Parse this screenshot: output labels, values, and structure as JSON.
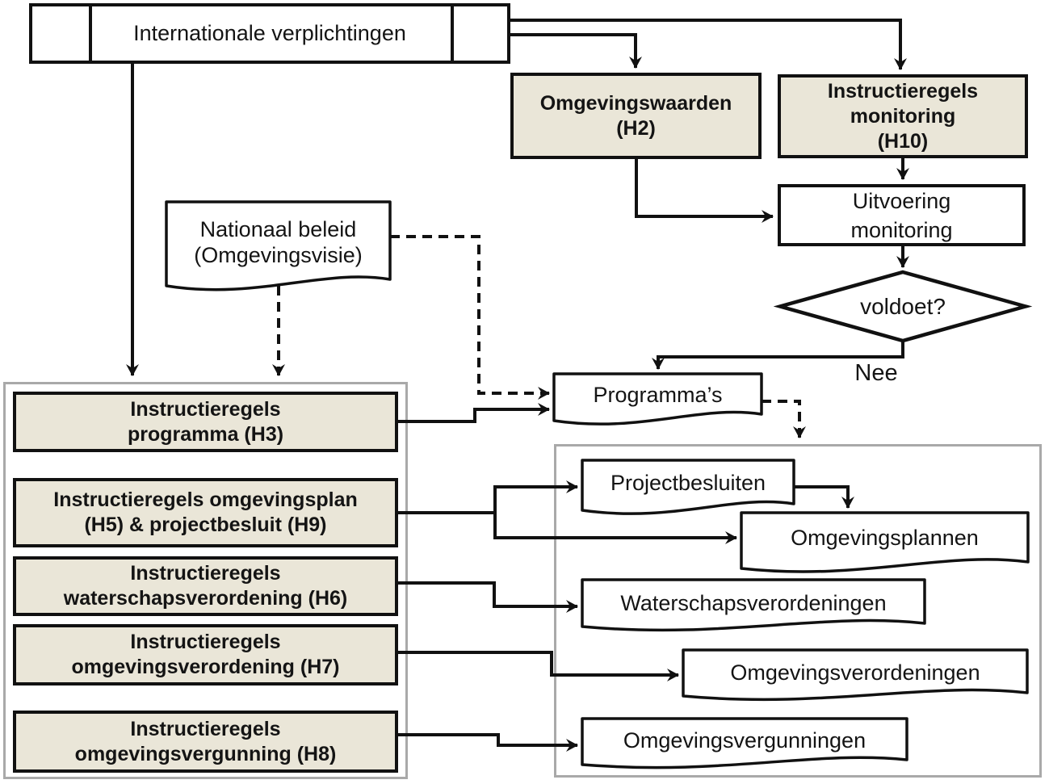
{
  "diagram": {
    "language": "nl",
    "colors": {
      "background": "#ffffff",
      "box_fill_beige": "#eae6d8",
      "box_border": "#111111",
      "container_border": "#a9a9a9",
      "line": "#111111"
    },
    "nodes": {
      "internationale_verplichtingen": {
        "label": "Internationale verplichtingen",
        "shape": "predefined-process"
      },
      "omgevingswaarden": {
        "label": "Omgevingswaarden\n(H2)",
        "shape": "rect-beige"
      },
      "instructieregels_monitoring": {
        "label": "Instructieregels\nmonitoring\n(H10)",
        "shape": "rect-beige"
      },
      "uitvoering_monitoring": {
        "label": "Uitvoering\nmonitoring",
        "shape": "rect"
      },
      "voldoet": {
        "label": "voldoet?",
        "shape": "decision-diamond"
      },
      "nee": {
        "label": "Nee",
        "shape": "edge-label"
      },
      "nationaal_beleid": {
        "label": "Nationaal beleid\n(Omgevingsvisie)",
        "shape": "document"
      },
      "programmas": {
        "label": "Programma’s",
        "shape": "document"
      },
      "instructieregels_programma": {
        "label": "Instructieregels\nprogramma (H3)",
        "shape": "rect-beige"
      },
      "instructieregels_omgevingsplan": {
        "label": "Instructieregels omgevingsplan\n(H5) & projectbesluit (H9)",
        "shape": "rect-beige"
      },
      "instructieregels_waterschapsverordening": {
        "label": "Instructieregels\nwaterschapsverordening (H6)",
        "shape": "rect-beige"
      },
      "instructieregels_omgevingsverordening": {
        "label": "Instructieregels\nomgevingsverordening (H7)",
        "shape": "rect-beige"
      },
      "instructieregels_omgevingsvergunning": {
        "label": "Instructieregels\nomgevingsvergunning (H8)",
        "shape": "rect-beige"
      },
      "projectbesluiten": {
        "label": "Projectbesluiten",
        "shape": "document"
      },
      "omgevingsplannen": {
        "label": "Omgevingsplannen",
        "shape": "document"
      },
      "waterschapsverordeningen": {
        "label": "Waterschapsverordeningen",
        "shape": "document"
      },
      "omgevingsverordeningen": {
        "label": "Omgevingsverordeningen",
        "shape": "document"
      },
      "omgevingsvergunningen": {
        "label": "Omgevingsvergunningen",
        "shape": "document"
      }
    }
  }
}
